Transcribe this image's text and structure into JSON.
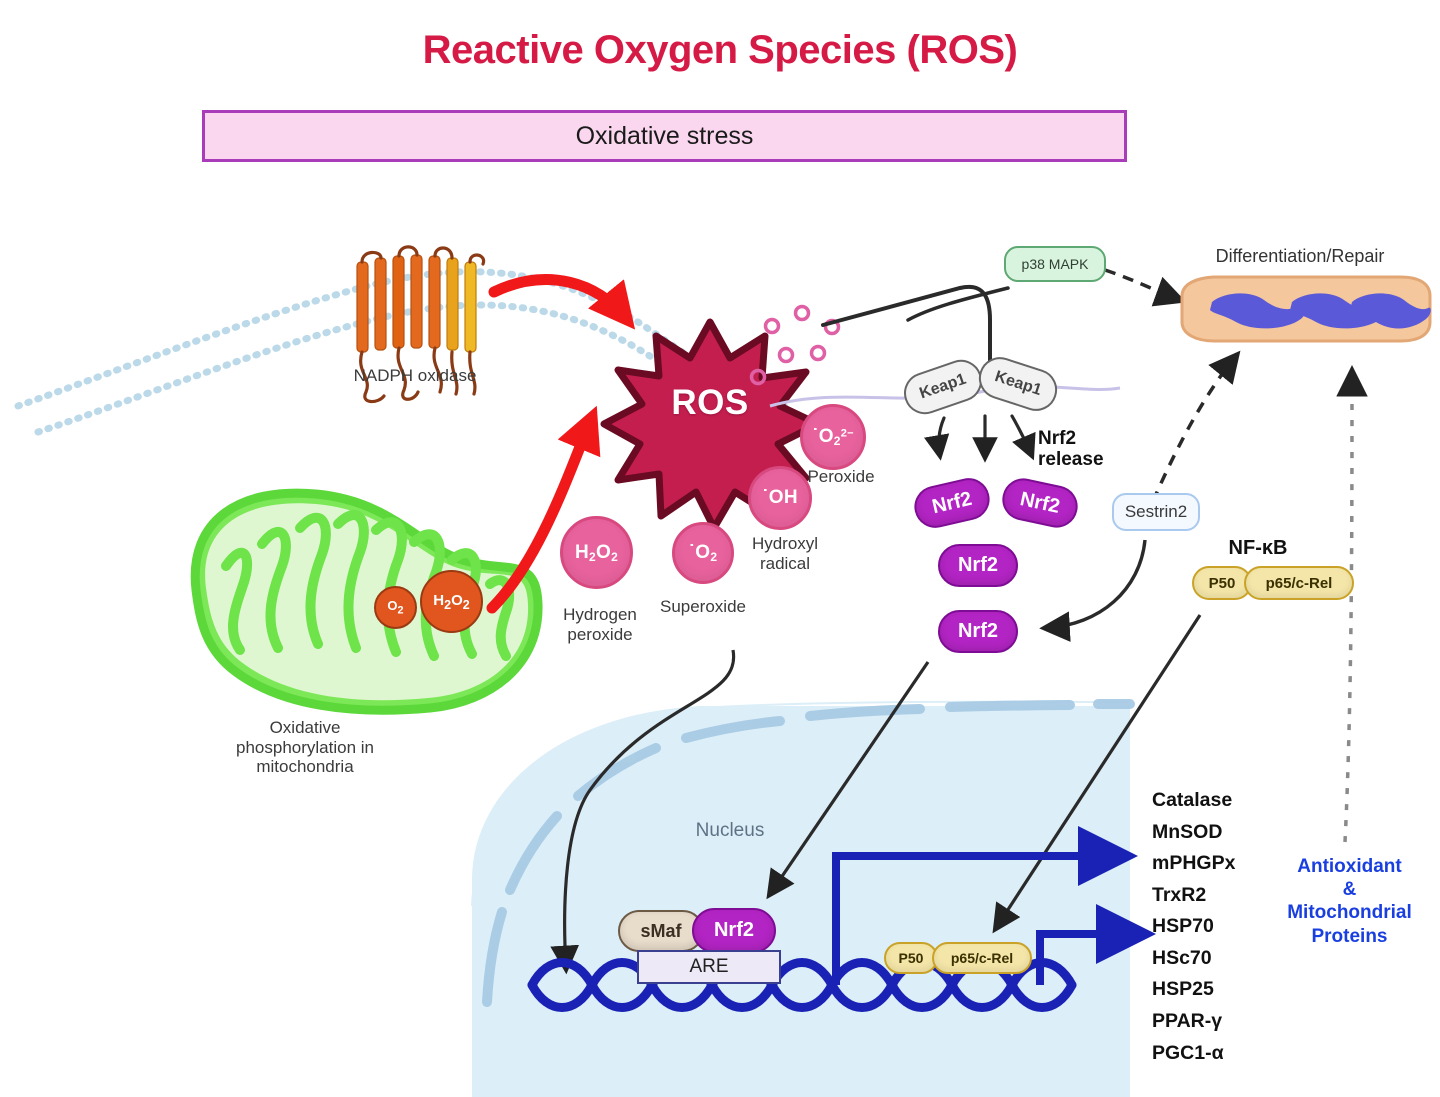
{
  "title": "Reactive Oxygen Species (ROS)",
  "banner": {
    "label": "Oxidative stress"
  },
  "colors": {
    "title_red": "#D61A46",
    "banner_fill": "#FAD7EF",
    "banner_border": "#A93CB8",
    "ros_fill": "#C41E4F",
    "ros_stroke": "#6B0B23",
    "species_pink": "#E8629D",
    "mitochondria_green": "#66DD44",
    "nrf2_purple": "#B324C4",
    "nfkb_gold": "#F4E6A8",
    "dna_blue": "#1A22B5",
    "nucleus_fill": "#DCEEF8",
    "membrane_blue": "#BBD9E8",
    "arrow_red": "#F01818",
    "antioxidant_blue": "#1A3FE0",
    "p38_green": "#D9F4DE",
    "muscle_peach": "#F2C193",
    "nuclei_blue": "#5A5AD8"
  },
  "membrane": {
    "protein_label": "NADPH oxidase"
  },
  "burst": {
    "label": "ROS"
  },
  "species": [
    {
      "id": "h2o2",
      "formula": "H2O2",
      "formula_html": "H<sub>2</sub>O<sub>2</sub>",
      "caption": "Hydrogen\nperoxide"
    },
    {
      "id": "superoxide",
      "formula": "·O2",
      "formula_html": "˙O<sub>2</sub>",
      "caption": "Superoxide"
    },
    {
      "id": "hydroxyl",
      "formula": "·OH",
      "formula_html": "˙OH",
      "caption": "Hydroxyl\nradical"
    },
    {
      "id": "peroxide",
      "formula": "·O2 2-",
      "formula_html": "˙O<sub>2</sub><sup>2−</sup>",
      "caption": "Peroxide"
    }
  ],
  "mitochondria": {
    "caption": "Oxidative\nphosphorylation in\nmitochondria",
    "molecules": [
      {
        "id": "o2",
        "label_html": "O<sub>2</sub>"
      },
      {
        "id": "h2o2",
        "label_html": "H<sub>2</sub>O<sub>2</sub>"
      }
    ]
  },
  "signaling": {
    "p38_mapk": "p38 MAPK",
    "keap1_left": "Keap1",
    "keap1_right": "Keap1",
    "nrf2_release": "Nrf2\nrelease",
    "sestrin2": "Sestrin2",
    "nrf2_capsules": [
      "Nrf2",
      "Nrf2",
      "Nrf2",
      "Nrf2"
    ],
    "nfkb_title": "NF-κB",
    "nfkb_subunits": [
      "P50",
      "p65/c-Rel"
    ]
  },
  "muscle_cell": {
    "caption": "Differentiation/Repair"
  },
  "nucleus": {
    "label": "Nucleus",
    "are_label": "ARE",
    "smaf_label": "sMaf",
    "nrf2_label": "Nrf2",
    "nfkb_subunits": [
      "P50",
      "p65/c-Rel"
    ]
  },
  "targets": {
    "genes": [
      "Catalase",
      "MnSOD",
      "mPHGPx",
      "TrxR2",
      "HSP70",
      "HSc70",
      "HSP25",
      "PPAR-γ",
      "PGC1-α"
    ],
    "outcome": "Antioxidant\n&\nMitochondrial\nProteins"
  }
}
